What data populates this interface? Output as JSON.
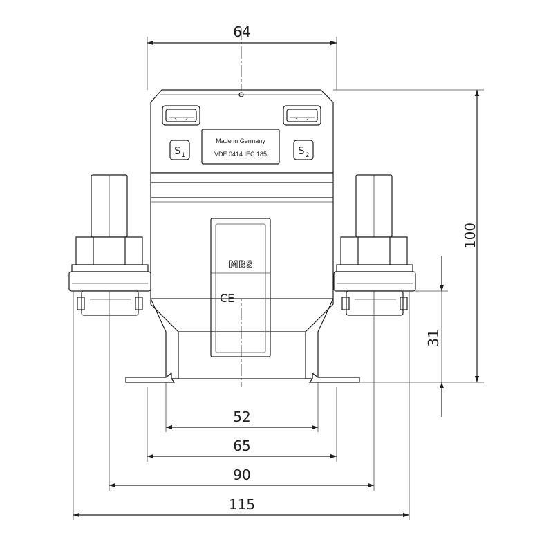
{
  "drawing": {
    "nameplate": {
      "line1": "Made in Germany",
      "line2": "VDE 0414 IEC 185"
    },
    "terminals": {
      "left_label": "S",
      "left_sub": "1",
      "right_label": "S",
      "right_sub": "2"
    },
    "logo": "MBS",
    "ce_mark": "CE",
    "dimensions": {
      "top_width": "64",
      "height": "100",
      "bolt_height": "31",
      "d52": "52",
      "d65": "65",
      "d90": "90",
      "d115": "115"
    },
    "colors": {
      "line": "#1e1e1e",
      "background": "#ffffff"
    }
  }
}
